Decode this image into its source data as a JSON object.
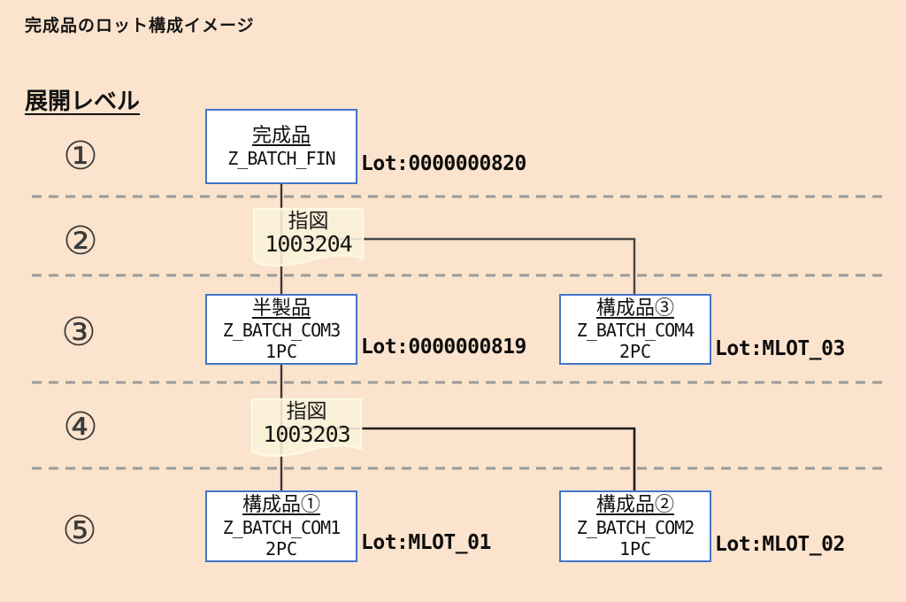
{
  "header": {
    "title": "完成品のロット構成イメージ",
    "section_heading": "展開レベル"
  },
  "levels": [
    {
      "badge": "①"
    },
    {
      "badge": "②"
    },
    {
      "badge": "③"
    },
    {
      "badge": "④"
    },
    {
      "badge": "⑤"
    }
  ],
  "boxes": [
    {
      "id": "fin",
      "title": "完成品",
      "code": "Z_BATCH_FIN",
      "lot": "Lot:0000000820"
    },
    {
      "id": "com3",
      "title": "半製品",
      "code": "Z_BATCH_COM3",
      "qty": "1PC",
      "lot": "Lot:0000000819"
    },
    {
      "id": "com4",
      "title": "構成品③",
      "code": "Z_BATCH_COM4",
      "qty": "2PC",
      "lot": "Lot:MLOT_03"
    },
    {
      "id": "com1",
      "title": "構成品①",
      "code": "Z_BATCH_COM1",
      "qty": "2PC",
      "lot": "Lot:MLOT_01"
    },
    {
      "id": "com2",
      "title": "構成品②",
      "code": "Z_BATCH_COM2",
      "qty": "1PC",
      "lot": "Lot:MLOT_02"
    }
  ],
  "orders": [
    {
      "label": "指図",
      "number": "1003204"
    },
    {
      "label": "指図",
      "number": "1003203"
    }
  ],
  "colors": {
    "background": "#fbe3cd",
    "box_border": "#4573c9",
    "connector": "#3a3a3a",
    "dashed_separator": "#9b9b9b",
    "order_fill": "#faf3da"
  }
}
